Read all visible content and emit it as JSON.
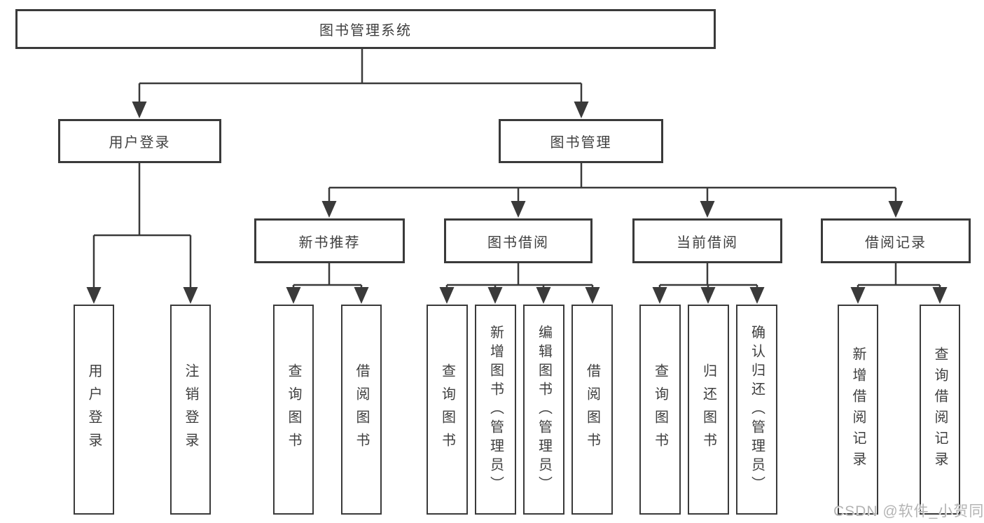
{
  "colors": {
    "line": "#3a3a3a",
    "text": "#3f3f3f",
    "watermark": "#b4b4b4",
    "background": "#ffffff"
  },
  "watermark": {
    "text": "CSDN @软件_小贺同学"
  },
  "tree": {
    "root": {
      "label": "图书管理系统",
      "children": [
        {
          "label": "用户登录",
          "children": [
            {
              "label": "用户登录"
            },
            {
              "label": "注销登录"
            }
          ]
        },
        {
          "label": "图书管理",
          "children": [
            {
              "label": "新书推荐",
              "children": [
                {
                  "label": "查询图书"
                },
                {
                  "label": "借阅图书"
                }
              ]
            },
            {
              "label": "图书借阅",
              "children": [
                {
                  "label": "查询图书"
                },
                {
                  "label": "新增图书（管理员）"
                },
                {
                  "label": "编辑图书（管理员）"
                },
                {
                  "label": "借阅图书"
                }
              ]
            },
            {
              "label": "当前借阅",
              "children": [
                {
                  "label": "查询图书"
                },
                {
                  "label": "归还图书"
                },
                {
                  "label": "确认归还（管理员）"
                }
              ]
            },
            {
              "label": "借阅记录",
              "children": [
                {
                  "label": "新增借阅记录"
                },
                {
                  "label": "查询借阅记录"
                }
              ]
            }
          ]
        }
      ]
    }
  }
}
